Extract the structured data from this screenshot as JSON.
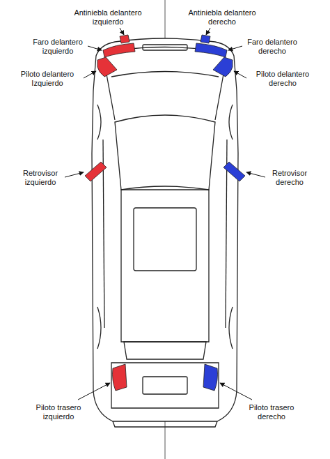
{
  "diagram": {
    "labels": [
      "Antiniebla delantero izquierdo",
      "Antiniebla delantero derecho",
      "Faro delantero izquierdo",
      "Faro delantero derecho",
      "Piloto delantero Izquierdo",
      "Piloto delantero derecho",
      "Retrovisor izquierdo",
      "Retrovisor derecho",
      "Piloto trasero izquierdo",
      "Piloto trasero derecho"
    ]
  }
}
